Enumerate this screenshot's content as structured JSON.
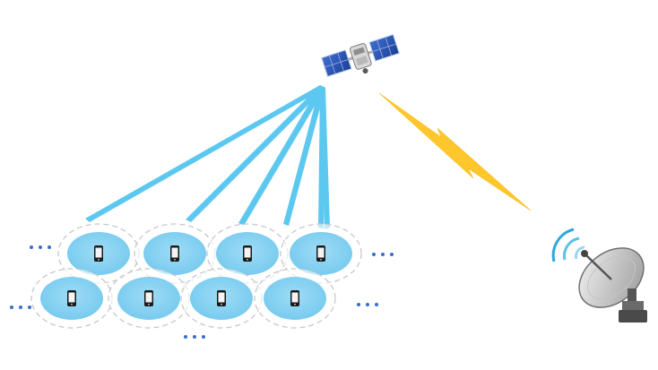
{
  "diagram": {
    "type": "satellite-multibeam-system",
    "satellite": {
      "icon": "satellite-icon"
    },
    "ground_station": {
      "icon": "satellite-dish-icon"
    },
    "link": {
      "icon": "lightning-bolt-icon",
      "color": "#ffc72c"
    },
    "beams": {
      "count": 6,
      "color": "#5cc8f0"
    },
    "cells": {
      "rows": 2,
      "per_row": [
        4,
        4
      ],
      "fill": "#86d3f2",
      "ring": "#c8c8c8",
      "device_icon": "smartphone-icon"
    },
    "continuation_marks": {
      "symbol": "•••",
      "color": "#3b6ec8",
      "count": 5
    }
  }
}
